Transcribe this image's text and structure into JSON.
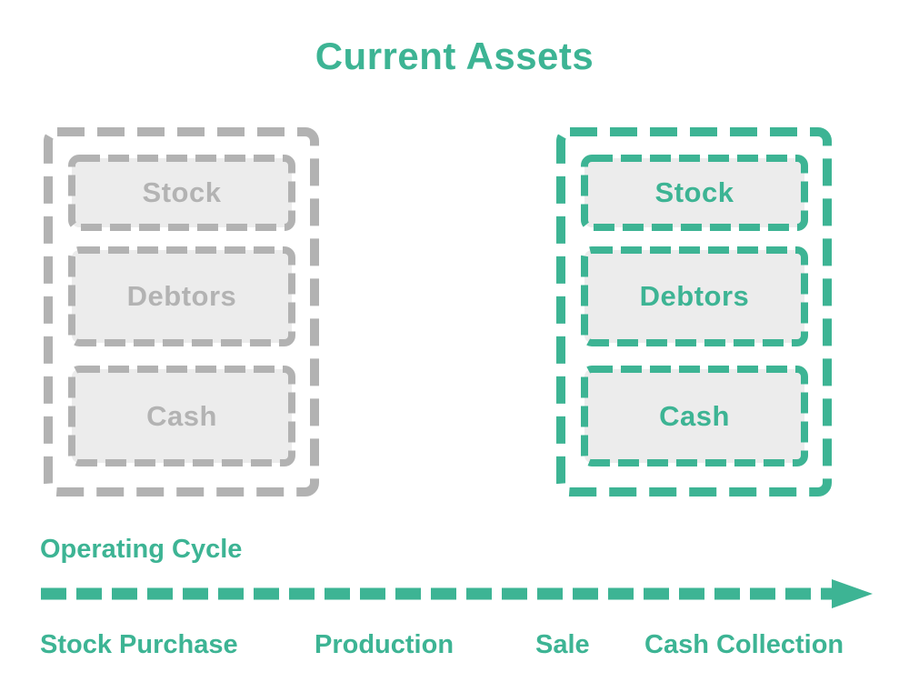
{
  "title": "Current Assets",
  "groups": [
    {
      "id": "current-assets-inactive",
      "items": [
        "Stock",
        "Debtors",
        "Cash"
      ]
    },
    {
      "id": "current-assets-active",
      "items": [
        "Stock",
        "Debtors",
        "Cash"
      ]
    }
  ],
  "operating_cycle": {
    "label": "Operating Cycle",
    "stages": [
      "Stock Purchase",
      "Production",
      "Sale",
      "Cash Collection"
    ]
  },
  "colors": {
    "teal": "#3db494",
    "gray": "#b2b2b2",
    "box_fill": "#ececec"
  }
}
